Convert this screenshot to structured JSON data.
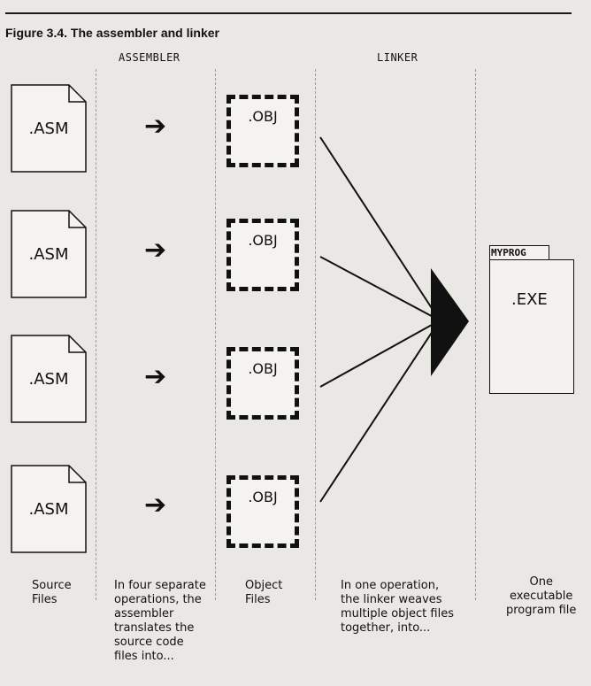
{
  "figure": {
    "title": "Figure 3.4. The assembler and linker"
  },
  "headers": {
    "assembler": "ASSEMBLER",
    "linker": "LINKER"
  },
  "source_files": [
    {
      "label": ".ASM"
    },
    {
      "label": ".ASM"
    },
    {
      "label": ".ASM"
    },
    {
      "label": ".ASM"
    }
  ],
  "object_files": [
    {
      "label": ".OBJ"
    },
    {
      "label": ".OBJ"
    },
    {
      "label": ".OBJ"
    },
    {
      "label": ".OBJ"
    }
  ],
  "assembler_arrow": "➔",
  "exe": {
    "tab": "MYPROG",
    "label": ".EXE"
  },
  "captions": {
    "source": "Source\nFiles",
    "assembler": "In four separate\noperations, the\nassembler\ntranslates the\nsource code\nfiles into...",
    "object": "Object\nFiles",
    "linker": "In one operation,\nthe linker weaves\nmultiple object files\ntogether, into...",
    "program": "One\nexecutable\nprogram file"
  }
}
